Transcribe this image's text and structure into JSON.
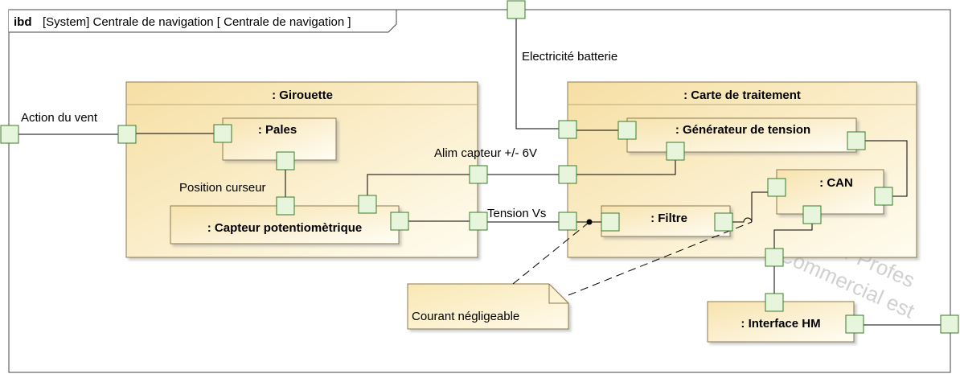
{
  "frame": {
    "keyword": "ibd",
    "title": "[System] Centrale de navigation [ Centrale de navigation ]"
  },
  "blocks": {
    "girouette": ": Girouette",
    "pales": ": Pales",
    "capteur": ": Capteur potentiomètrique",
    "carte": ": Carte de traitement",
    "generateur": ": Générateur de tension",
    "can": ": CAN",
    "filtre": ": Filtre",
    "interface": ": Interface HM"
  },
  "labels": {
    "action_vent": "Action du vent",
    "electricite": "Electricité batterie",
    "alim_capteur": "Alim capteur +/- 6V",
    "position_curseur": "Position curseur",
    "tension_vs": "Tension Vs"
  },
  "note": {
    "text": "Courant négligeable"
  },
  "watermark": {
    "line1": "pour Profes",
    "line2": "nt Commercial est"
  },
  "colors": {
    "port_fill": "#e6f5dc",
    "port_stroke": "#3a7a2a",
    "part_fill_start": "#f6dfa4",
    "part_fill_end": "#fffcf0",
    "note_fill": "#fdf3cf"
  }
}
